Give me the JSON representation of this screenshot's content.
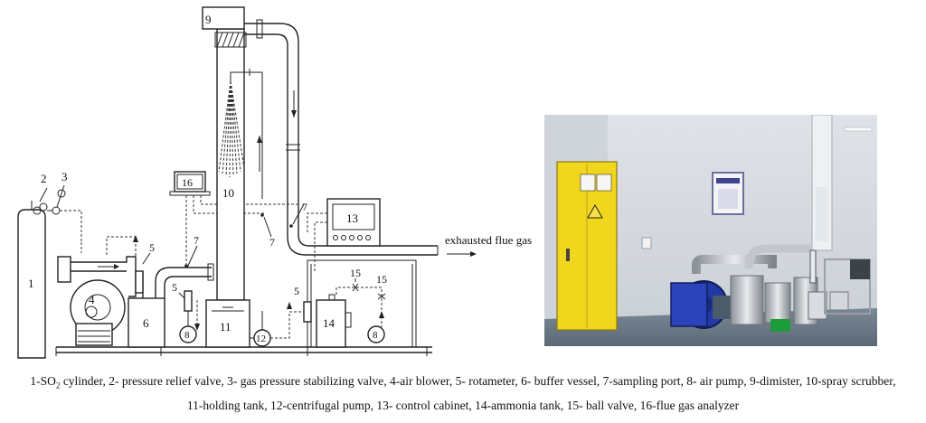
{
  "diagram": {
    "labels": {
      "n1": "1",
      "n2": "2",
      "n3": "3",
      "n4": "4",
      "n5a": "5",
      "n5b": "5",
      "n5c": "5",
      "n6": "6",
      "n7a": "7",
      "n7b": "7",
      "n7c": "7",
      "n8a": "8",
      "n8b": "8",
      "n9": "9",
      "n10": "10",
      "n11": "11",
      "n12": "12",
      "n13": "13",
      "n14": "14",
      "n15a": "15",
      "n15b": "15",
      "n16": "16"
    },
    "exhaust_label": "exhausted flue gas"
  },
  "photo": {
    "description_icon": "lab-equipment-photo"
  },
  "caption": {
    "line1_part1": "1-SO",
    "line1_sub": "2",
    "line1_part2": " cylinder, 2- pressure relief valve, 3- gas pressure stabilizing valve, 4-air blower, 5- rotameter, 6- buffer vessel, 7-sampling port, 8- air pump, 9-dimister, 10-spray scrubber,",
    "line2": "11-holding tank, 12-centrifugal pump, 13- control cabinet, 14-ammonia tank, 15- ball valve, 16-flue gas analyzer"
  }
}
